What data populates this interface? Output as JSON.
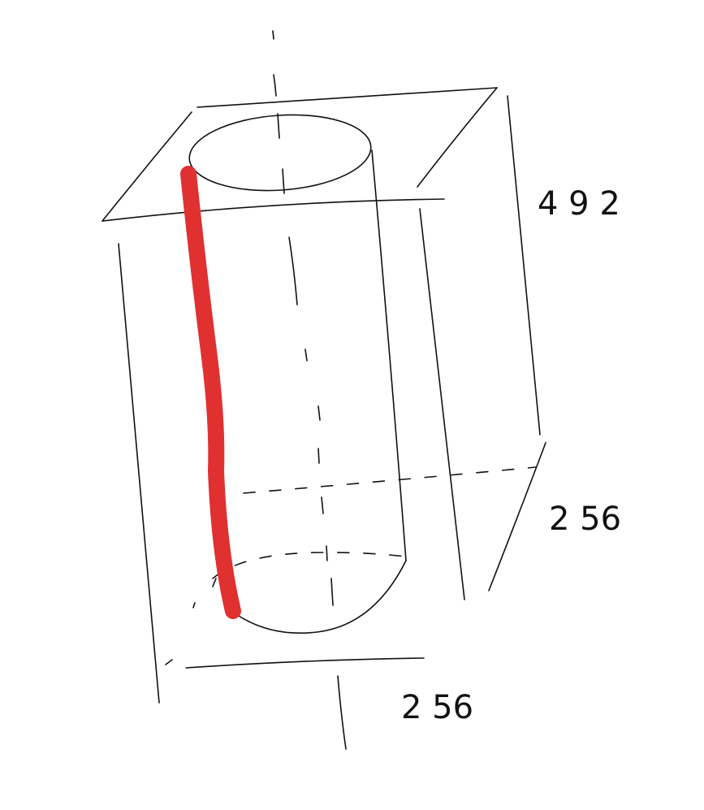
{
  "dimensions": {
    "height_label": "4 9 2",
    "depth_label": "2 56",
    "width_label": "2 56"
  },
  "colors": {
    "ink": "#111111",
    "highlight": "#e03030",
    "background": "#ffffff"
  }
}
